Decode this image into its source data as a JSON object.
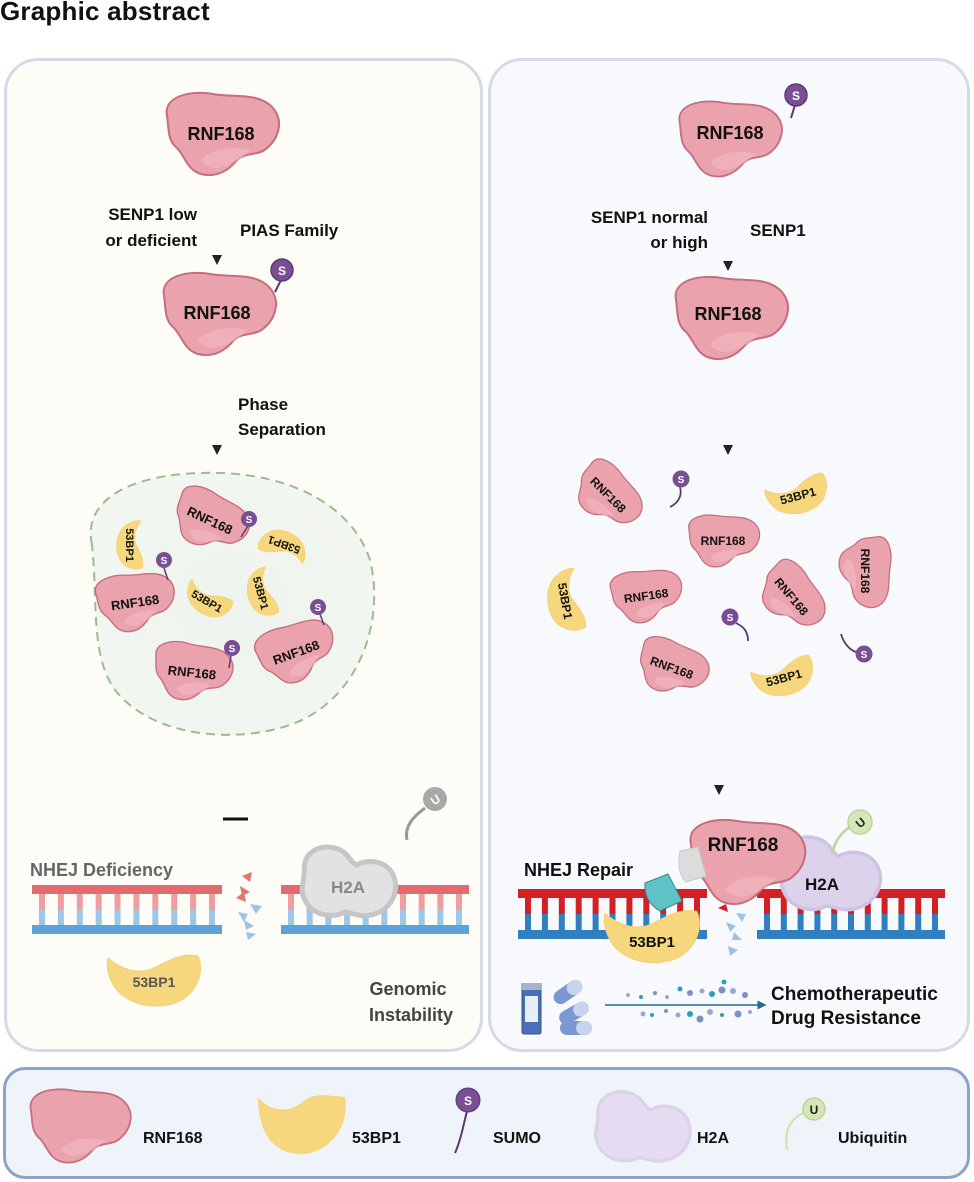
{
  "title": "Graphic abstract",
  "colors": {
    "rnf168_fill": "#eaa2ad",
    "rnf168_stroke": "#c46e7e",
    "bp53_fill": "#f7d77e",
    "sumo_fill": "#7a4e94",
    "h2a_fill": "#ddd2ec",
    "ubiquitin_fill": "#d7e6b5",
    "dna_red": "#d41f25",
    "dna_blue": "#2f7fc1",
    "left_panel_bg": "#fdfcf7",
    "right_panel_bg": "#f8f9fc",
    "legend_border": "#8ea2c8"
  },
  "left_panel": {
    "top_protein": "RNF168",
    "step1_left_line1": "SENP1 low",
    "step1_left_line2": "or  deficient",
    "step1_right": "PIAS Family",
    "sumoylated_protein": "RNF168",
    "sumo_badge": "S",
    "step2_line1": "Phase",
    "step2_line2": "Separation",
    "condensate": {
      "rnf168_labels": [
        "RNF168",
        "RNF168",
        "RNF168",
        "RNF168"
      ],
      "bp53_labels": [
        "53BP1",
        "53BP1",
        "53BP1",
        "53BP1"
      ]
    },
    "nhej_label": "NHEJ Deficiency",
    "h2a_label": "H2A",
    "ubiquitin_badge": "U",
    "bp53_label": "53BP1",
    "outcome_line1": "Genomic",
    "outcome_line2": "Instability"
  },
  "right_panel": {
    "top_protein": "RNF168",
    "sumo_badge": "S",
    "step1_left_line1": "SENP1 normal",
    "step1_left_line2": "or high",
    "step1_right": "SENP1",
    "desumoylated_protein": "RNF168",
    "dispersed": {
      "rnf168_labels": [
        "RNF168",
        "RNF168",
        "RNF168",
        "RNF168",
        "RNF168",
        "RNF168"
      ],
      "bp53_labels": [
        "53BP1",
        "53BP1",
        "53BP1"
      ],
      "sumo_badges": [
        "S",
        "S",
        "S"
      ]
    },
    "nhej_label": "NHEJ Repair",
    "repair_rnf168": "RNF168",
    "h2a_label": "H2A",
    "ubiquitin_badge": "U",
    "bp53_label": "53BP1",
    "outcome_line1": "Chemotherapeutic",
    "outcome_line2": "Drug Resistance"
  },
  "legend": {
    "items": [
      {
        "icon": "rnf168-shape",
        "label": "RNF168"
      },
      {
        "icon": "53bp1-shape",
        "label": "53BP1"
      },
      {
        "icon": "sumo-lollipop",
        "label": "SUMO",
        "badge": "S"
      },
      {
        "icon": "h2a-shape",
        "label": "H2A"
      },
      {
        "icon": "ubiquitin-lollipop",
        "label": "Ubiquitin",
        "badge": "U"
      }
    ]
  }
}
